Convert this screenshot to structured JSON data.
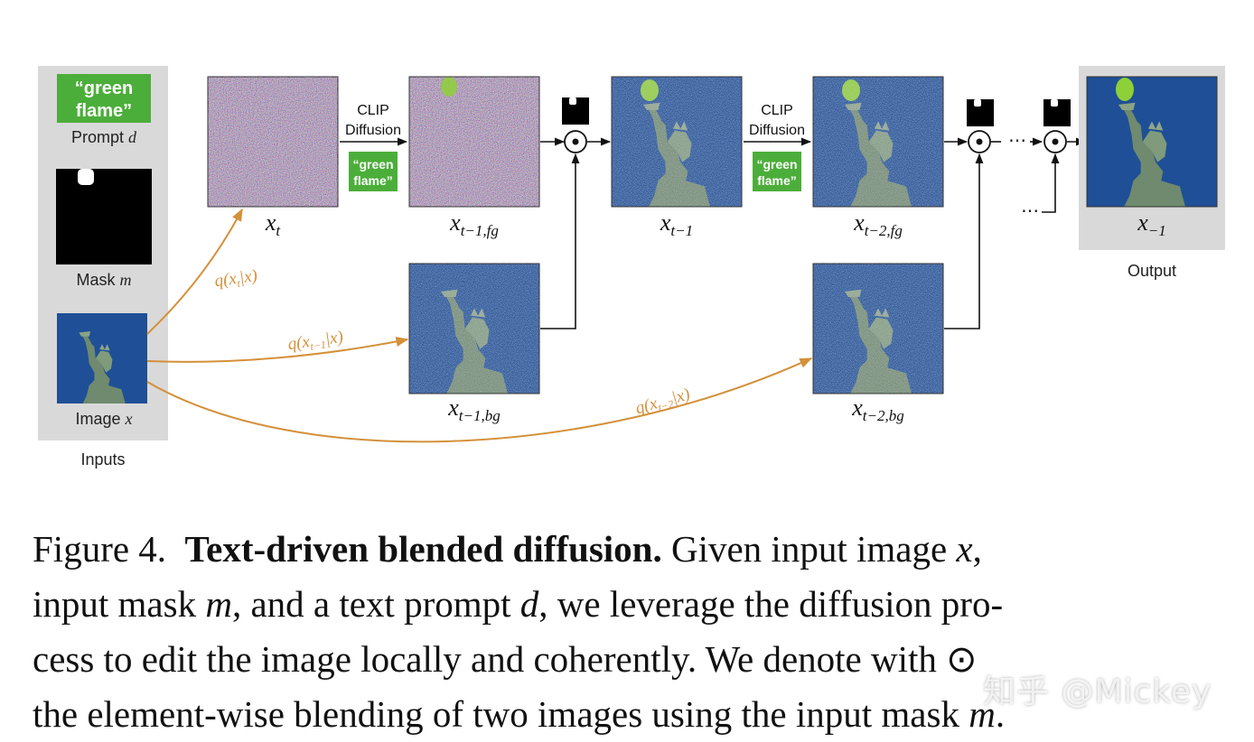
{
  "figure": {
    "inputs": {
      "prompt_text_line1": "“green",
      "prompt_text_line2": "flame”",
      "prompt_label": "Prompt",
      "prompt_var": "d",
      "mask_label": "Mask",
      "mask_var": "m",
      "image_label": "Image",
      "image_var": "x",
      "panel_label": "Inputs"
    },
    "steps": {
      "clip_line1": "CLIP",
      "clip_line2": "Diffusion",
      "chip_line1": "“green",
      "chip_line2": "flame”",
      "ellipsis": "⋯"
    },
    "labels": {
      "xt": "x",
      "xt_sub": "t",
      "xt1fg": "x",
      "xt1fg_sub": "t−1,fg",
      "xt1": "x",
      "xt1_sub": "t−1",
      "xt2fg": "x",
      "xt2fg_sub": "t−2,fg",
      "xout": "x",
      "xout_sub": "−1",
      "xt1bg": "x",
      "xt1bg_sub": "t−1,bg",
      "xt2bg": "x",
      "xt2bg_sub": "t−2,bg",
      "output": "Output"
    },
    "arrows": {
      "q_pre": "q(x",
      "q_post": "|x)",
      "q1_sub": "t",
      "q2_sub": "t−1",
      "q3_sub": "t−2"
    },
    "colors": {
      "panel": "#d9d9d9",
      "prompt_green": "#4cae3a",
      "arrow_orange": "#d4903a",
      "sky_blue": "#1f4f96",
      "noise_tint": "#7d6f8c",
      "flame_green": "#8ed037"
    }
  },
  "caption": {
    "fig_num": "Figure 4.",
    "title": "Text-driven blended diffusion.",
    "l1_a": "Given input image",
    "l1_var": "x",
    "l1_b": ",",
    "l2_a": "input mask",
    "l2_var1": "m",
    "l2_b": ", and a text prompt",
    "l2_var2": "d",
    "l2_c": ", we leverage the diffusion pro-",
    "l3": "cess to edit the image locally and coherently. We denote with",
    "l3_sym": "⊙",
    "l4_a": "the element-wise blending of two images using the input mask",
    "l4_var": "m",
    "l4_b": "."
  },
  "watermark": "知乎 @Mickey"
}
